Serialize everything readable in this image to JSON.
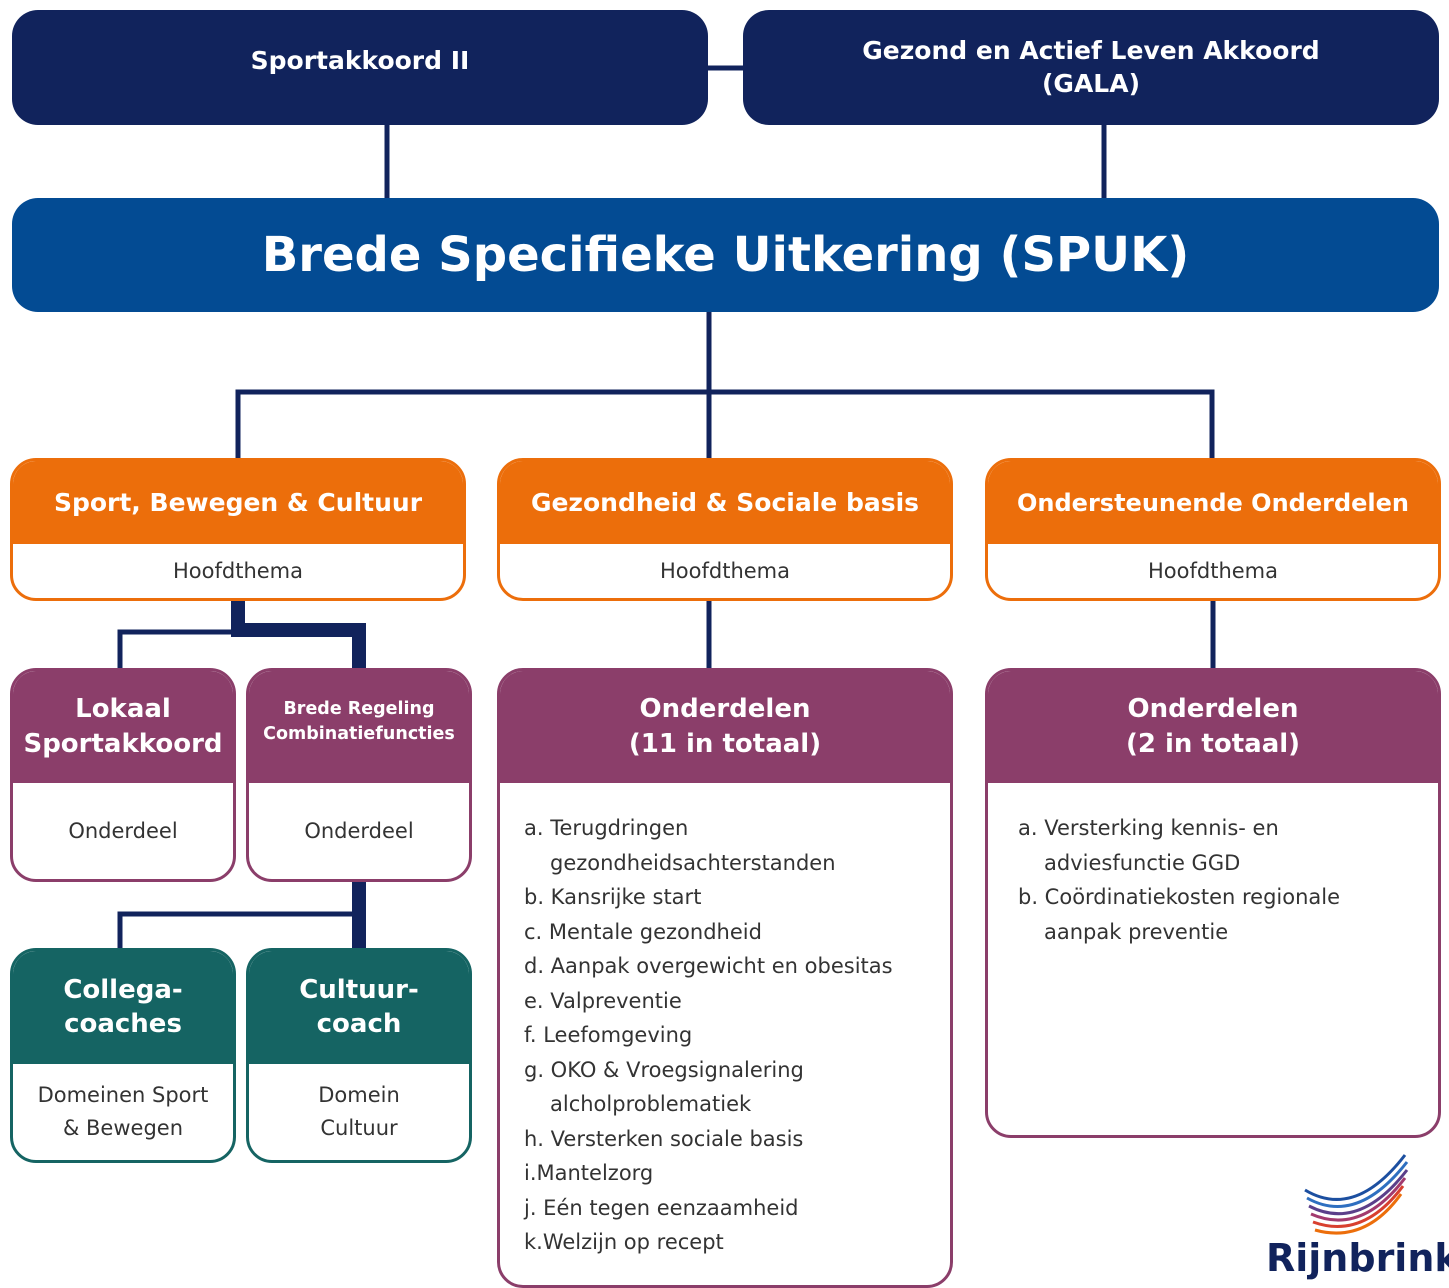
{
  "top": {
    "left": "Sportakkoord II",
    "right_line1": "Gezond en Actief Leven Akkoord",
    "right_line2": "(GALA)"
  },
  "spuk": {
    "title": "Brede Specifieke Uitkering (SPUK)"
  },
  "themes": [
    {
      "title": "Sport, Bewegen & Cultuur",
      "sub": "Hoofdthema"
    },
    {
      "title": "Gezondheid & Sociale basis",
      "sub": "Hoofdthema"
    },
    {
      "title": "Ondersteunende Onderdelen",
      "sub": "Hoofdthema"
    }
  ],
  "sport_parts": [
    {
      "title_line1": "Lokaal",
      "title_line2": "Sportakkoord",
      "sub": "Onderdeel"
    },
    {
      "title_line1": "Brede Regeling",
      "title_line2": "Combinatiefuncties",
      "sub": "Onderdeel"
    }
  ],
  "coaches": [
    {
      "title_line1": "Collega-",
      "title_line2": "coaches",
      "sub_line1": "Domeinen Sport",
      "sub_line2": "& Bewegen"
    },
    {
      "title_line1": "Cultuur-",
      "title_line2": "coach",
      "sub_line1": "Domein",
      "sub_line2": "Cultuur"
    }
  ],
  "health_parts": {
    "title_line1": "Onderdelen",
    "title_line2": "(11 in totaal)",
    "items": [
      "a. Terugdringen gezondheidsachterstanden",
      "b. Kansrijke start",
      "c. Mentale gezondheid",
      "d. Aanpak overgewicht en obesitas",
      "e. Valpreventie",
      "f. Leefomgeving",
      "g. OKO & Vroegsignalering alcholproblematiek",
      "h. Versterken sociale basis",
      "i.Mantelzorg",
      "j. Eén tegen eenzaamheid",
      "k.Welzijn op recept"
    ]
  },
  "support_parts": {
    "title_line1": "Onderdelen",
    "title_line2": "(2 in totaal)",
    "items": [
      "a. Versterking kennis- en adviesfunctie GGD",
      "b. Coördinatiekosten regionale aanpak preventie"
    ]
  },
  "logo": {
    "text": "Rijnbrink"
  },
  "colors": {
    "navy": "#11235c",
    "blue": "#034b93",
    "orange": "#ec6e0b",
    "purple": "#8b3e6a",
    "teal": "#156463"
  }
}
